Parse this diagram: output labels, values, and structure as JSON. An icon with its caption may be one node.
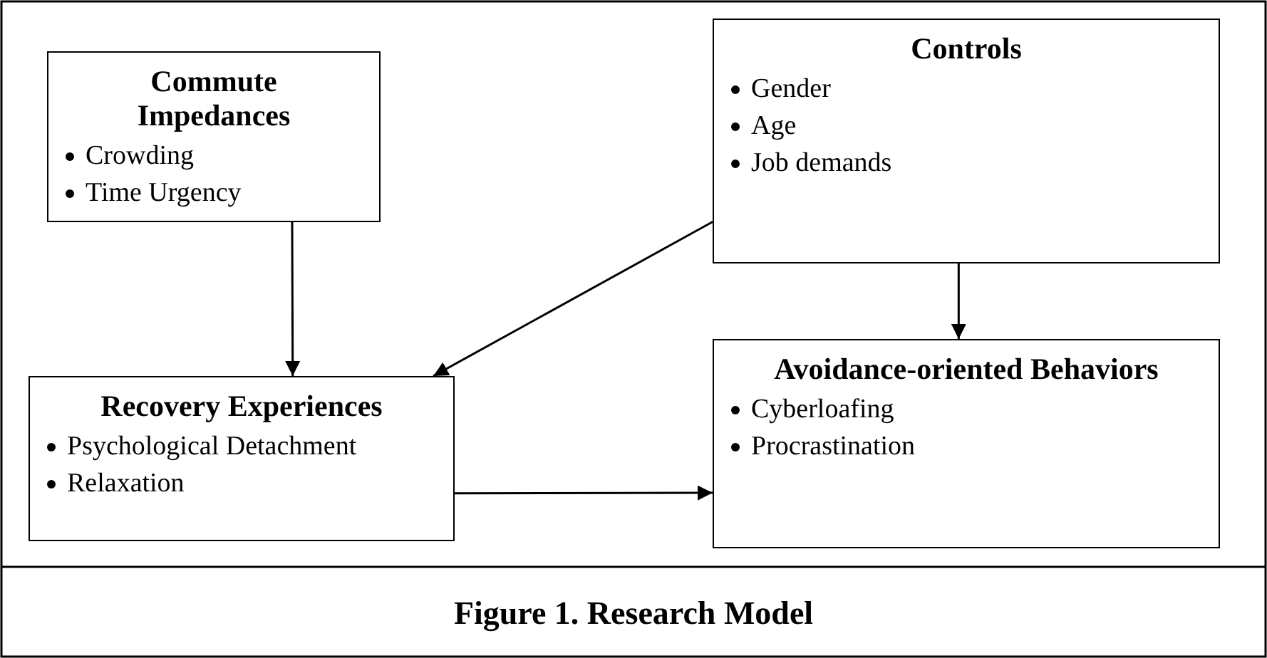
{
  "diagram": {
    "caption": "Figure 1. Research Model",
    "nodes": [
      {
        "text": [
          "Commute Impedances",
          "Crowding",
          "Time Urgency"
        ]
      },
      {
        "text": [
          "Controls",
          "Gender",
          "Age",
          "Job demands"
        ]
      },
      {
        "text": [
          "Recovery Experiences",
          "Psychological Detachment",
          "Relaxation"
        ]
      },
      {
        "text": [
          "Avoidance-oriented Behaviors",
          "Cyberloafing",
          "Procrastination"
        ]
      }
    ],
    "edges": [
      {
        "from": 0,
        "to": 2,
        "arrow": "to"
      },
      {
        "from": 1,
        "to": 2,
        "arrow": "to"
      },
      {
        "from": 1,
        "to": 3,
        "arrow": "to"
      },
      {
        "from": 2,
        "to": 3,
        "arrow": "to"
      }
    ]
  }
}
